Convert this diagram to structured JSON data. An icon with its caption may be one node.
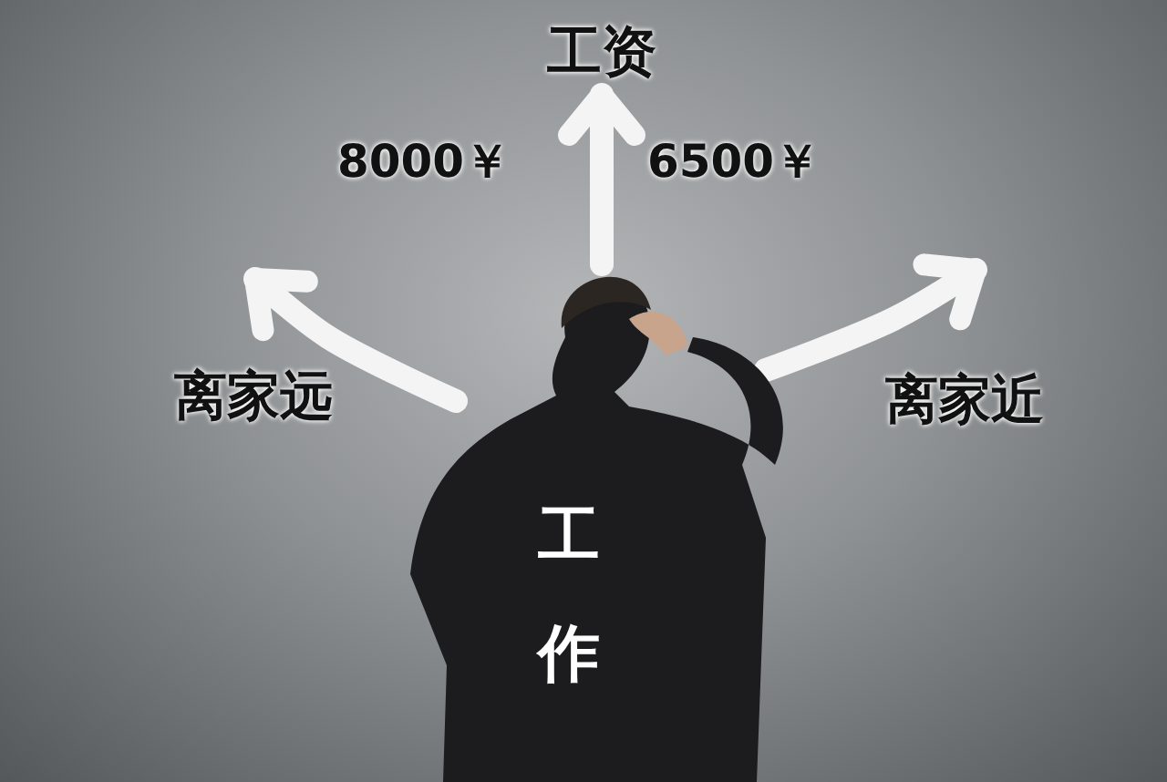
{
  "diagram": {
    "nodes": [
      {
        "text": [
          "工作"
        ]
      },
      {
        "text": [
          "工资"
        ]
      },
      {
        "text": [
          "离家远"
        ]
      },
      {
        "text": [
          "离家近"
        ]
      }
    ],
    "edges": [
      {
        "from": 0,
        "to": 1,
        "arrow": "to"
      },
      {
        "from": 0,
        "to": 2,
        "arrow": "to"
      },
      {
        "from": 0,
        "to": 3,
        "arrow": "to"
      }
    ],
    "labels": [
      "8000￥",
      "6500￥"
    ]
  }
}
